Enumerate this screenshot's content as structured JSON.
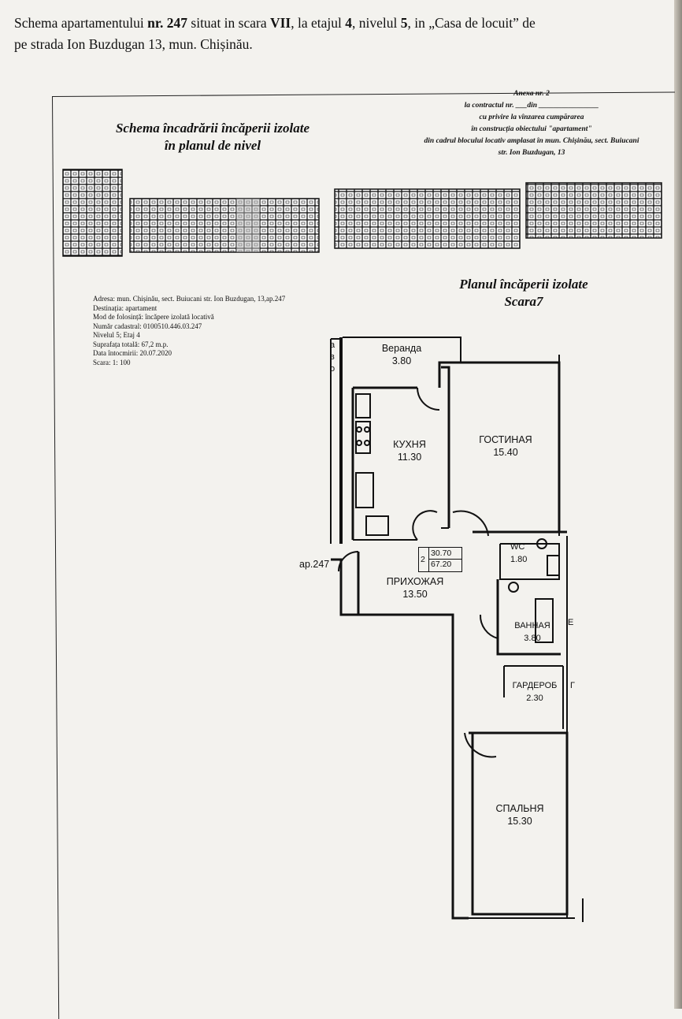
{
  "header": {
    "line1_a": "Schema apartamentului ",
    "line1_b": "nr. 247",
    "line1_c": " situat in scara ",
    "line1_d": "VII",
    "line1_e": ", la etajul ",
    "line1_f": "4",
    "line1_g": ", nivelul ",
    "line1_h": "5",
    "line1_i": ", in „Casa de locuit” de",
    "line2": "pe strada Ion Buzdugan 13, mun. Chișinău."
  },
  "annex": {
    "l1": "Anexa nr. 2",
    "l2": "la contractul nr. ___din ________________",
    "l3": "cu privire la vînzarea cumpărarea",
    "l4": "în construcția obiectului \"apartament\"",
    "l5": "din cadrul blocului locativ amplasat în mun. Chișinău, sect. Buiucani",
    "l6": "str. Ion Buzdugan, 13"
  },
  "level_scheme_title": {
    "l1": "Schema încadrării încăperii izolate",
    "l2": "în planul de nivel"
  },
  "plan_title": {
    "l1": "Planul încăperii izolate",
    "l2": "Scara7"
  },
  "info": {
    "address": "Adresa: mun. Chișinău, sect. Buiucani str. Ion Buzdugan, 13,ap.247",
    "purpose": "Destinația: apartament",
    "use_mode": "Mod de folosință: încăpere izolată locativă",
    "cadastral": "Număr cadastral: 0100510.446.03.247",
    "level": "Nivelul 5; Etaj 4",
    "area": "Suprafața totală: 67,2 m.p.",
    "date": "Data întocmirii: 20.07.2020",
    "scale": "Scara: 1: 100"
  },
  "rooms": {
    "veranda": {
      "name": "Веранда",
      "area": "3.80"
    },
    "kitchen": {
      "name": "КУХНЯ",
      "area": "11.30"
    },
    "living": {
      "name": "ГОСТИНАЯ",
      "area": "15.40"
    },
    "hall": {
      "name": "ПРИХОЖАЯ",
      "area": "13.50"
    },
    "wc": {
      "name": "WC",
      "area": "1.80"
    },
    "bath": {
      "name": "ВАННАЯ",
      "area": "3.80"
    },
    "wardrobe": {
      "name": "ГАРДЕРОБ",
      "area": "2.30"
    },
    "bedroom": {
      "name": "СПАЛЬНЯ",
      "area": "15.30"
    }
  },
  "summary": {
    "rooms": "2",
    "living_area": "30.70",
    "total_area": "67.20"
  },
  "apt_label": "ар.247",
  "edge_letters": {
    "e1": "а",
    "e2": "в",
    "e3": "о",
    "e4": "Е",
    "e5": "Г"
  }
}
